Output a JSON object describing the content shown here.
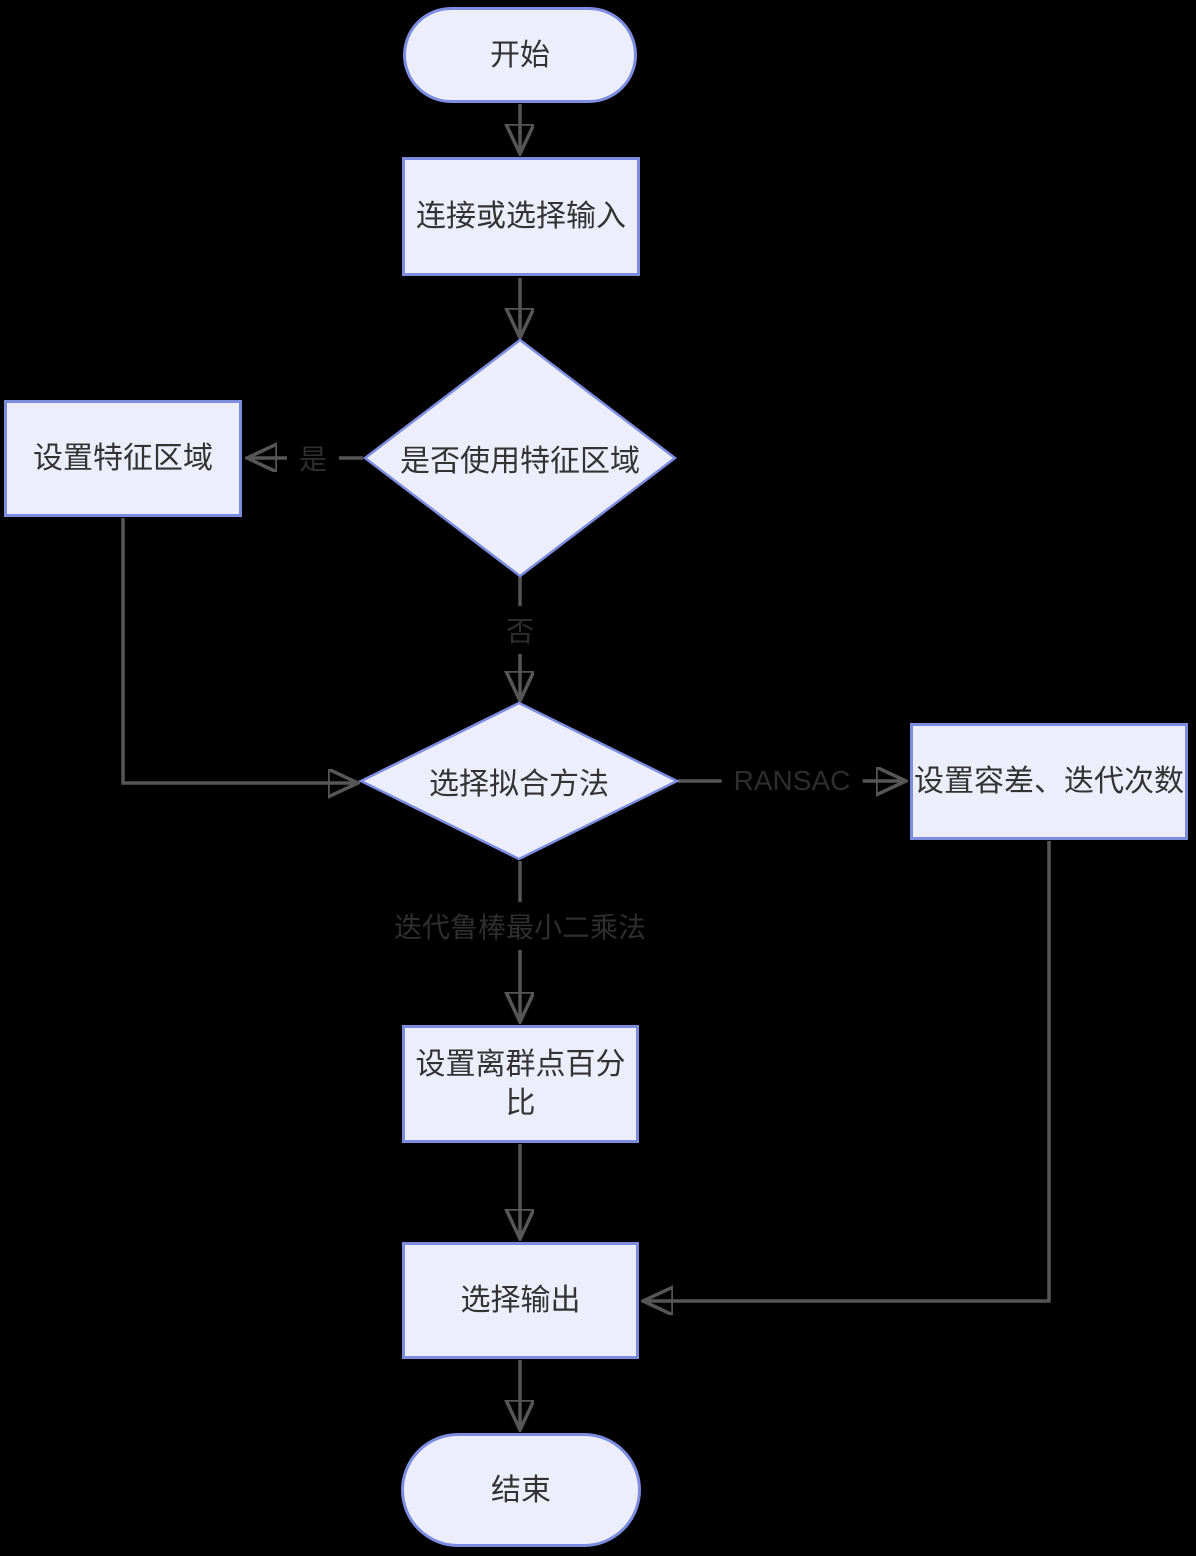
{
  "flow": {
    "background": "#000000",
    "colors": {
      "node_fill": "#ECEFFB",
      "node_border": "#7E8CE0",
      "node_text": "#333333",
      "edge_line": "#565656",
      "edge_label_text": "#2E2E2E"
    },
    "nodes": [
      {
        "id": "start",
        "type": "stadium",
        "label": "开始"
      },
      {
        "id": "connect-or-select-input",
        "type": "rect",
        "label": "连接或选择输入"
      },
      {
        "id": "use-feature-region",
        "type": "diamond",
        "label": "是否使用特征区域"
      },
      {
        "id": "set-feature-region",
        "type": "rect",
        "label": "设置特征区域"
      },
      {
        "id": "select-fit-method",
        "type": "diamond",
        "label": "选择拟合方法"
      },
      {
        "id": "set-tolerance-iterations",
        "type": "rect",
        "label": "设置容差、迭代次数"
      },
      {
        "id": "set-outlier-percentage",
        "type": "rect",
        "label": "设置离群点百分比"
      },
      {
        "id": "select-output",
        "type": "rect",
        "label": "选择输出"
      },
      {
        "id": "end",
        "type": "stadium",
        "label": "结束"
      }
    ],
    "edges": [
      {
        "from": "start",
        "to": "connect-or-select-input",
        "label": ""
      },
      {
        "from": "connect-or-select-input",
        "to": "use-feature-region",
        "label": ""
      },
      {
        "from": "use-feature-region",
        "to": "set-feature-region",
        "label": "是"
      },
      {
        "from": "use-feature-region",
        "to": "select-fit-method",
        "label": "否"
      },
      {
        "from": "set-feature-region",
        "to": "select-fit-method",
        "label": ""
      },
      {
        "from": "select-fit-method",
        "to": "set-tolerance-iterations",
        "label": "RANSAC"
      },
      {
        "from": "select-fit-method",
        "to": "set-outlier-percentage",
        "label": "迭代鲁棒最小二乘法"
      },
      {
        "from": "set-outlier-percentage",
        "to": "select-output",
        "label": ""
      },
      {
        "from": "set-tolerance-iterations",
        "to": "select-output",
        "label": ""
      },
      {
        "from": "select-output",
        "to": "end",
        "label": ""
      }
    ]
  }
}
